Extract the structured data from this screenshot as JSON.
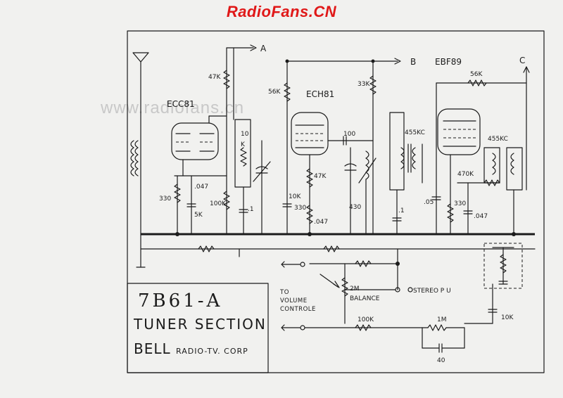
{
  "header": {
    "site": "RadioFans.CN"
  },
  "watermark": "www.radiofans.cn",
  "title_block": {
    "model": "7B61-A",
    "section": "TUNER SECTION",
    "maker_bold": "BELL",
    "maker_rest": "RADIO-TV. CORP"
  },
  "tubes": {
    "t1": "ECC81",
    "t2": "ECH81",
    "t3": "EBF89"
  },
  "nodes": {
    "a": "A",
    "b": "B",
    "c": "C"
  },
  "components": {
    "r47k_top": "47K",
    "r10k_pot": "10",
    "r10k_pot_k": "K",
    "r56k": "56K",
    "r33k": "33K",
    "c100": "100",
    "if1": "455KC",
    "r56k_c": "56K",
    "if2": "455KC",
    "r330_a": "330",
    "c047_a": ".047",
    "r100k": "100K",
    "c5k": "5K",
    "c1_a": ".1",
    "r47k_mid": "47K",
    "c10k": "10K",
    "r330_b": "330",
    "c047_b": ".047",
    "c430": "430",
    "c1_b": ".1",
    "c05": ".05",
    "r470k": "470K",
    "r330_c": "330",
    "c047_c": ".047",
    "r2m": "2M",
    "balance": "BALANCE",
    "stereo": "STEREO P U",
    "r100k_b": "100K",
    "r1m": "1M",
    "c40": "40",
    "c10k_b": "10K"
  },
  "notes": {
    "to": "TO",
    "volume": "VOLUME",
    "controle": "CONTROLE"
  }
}
